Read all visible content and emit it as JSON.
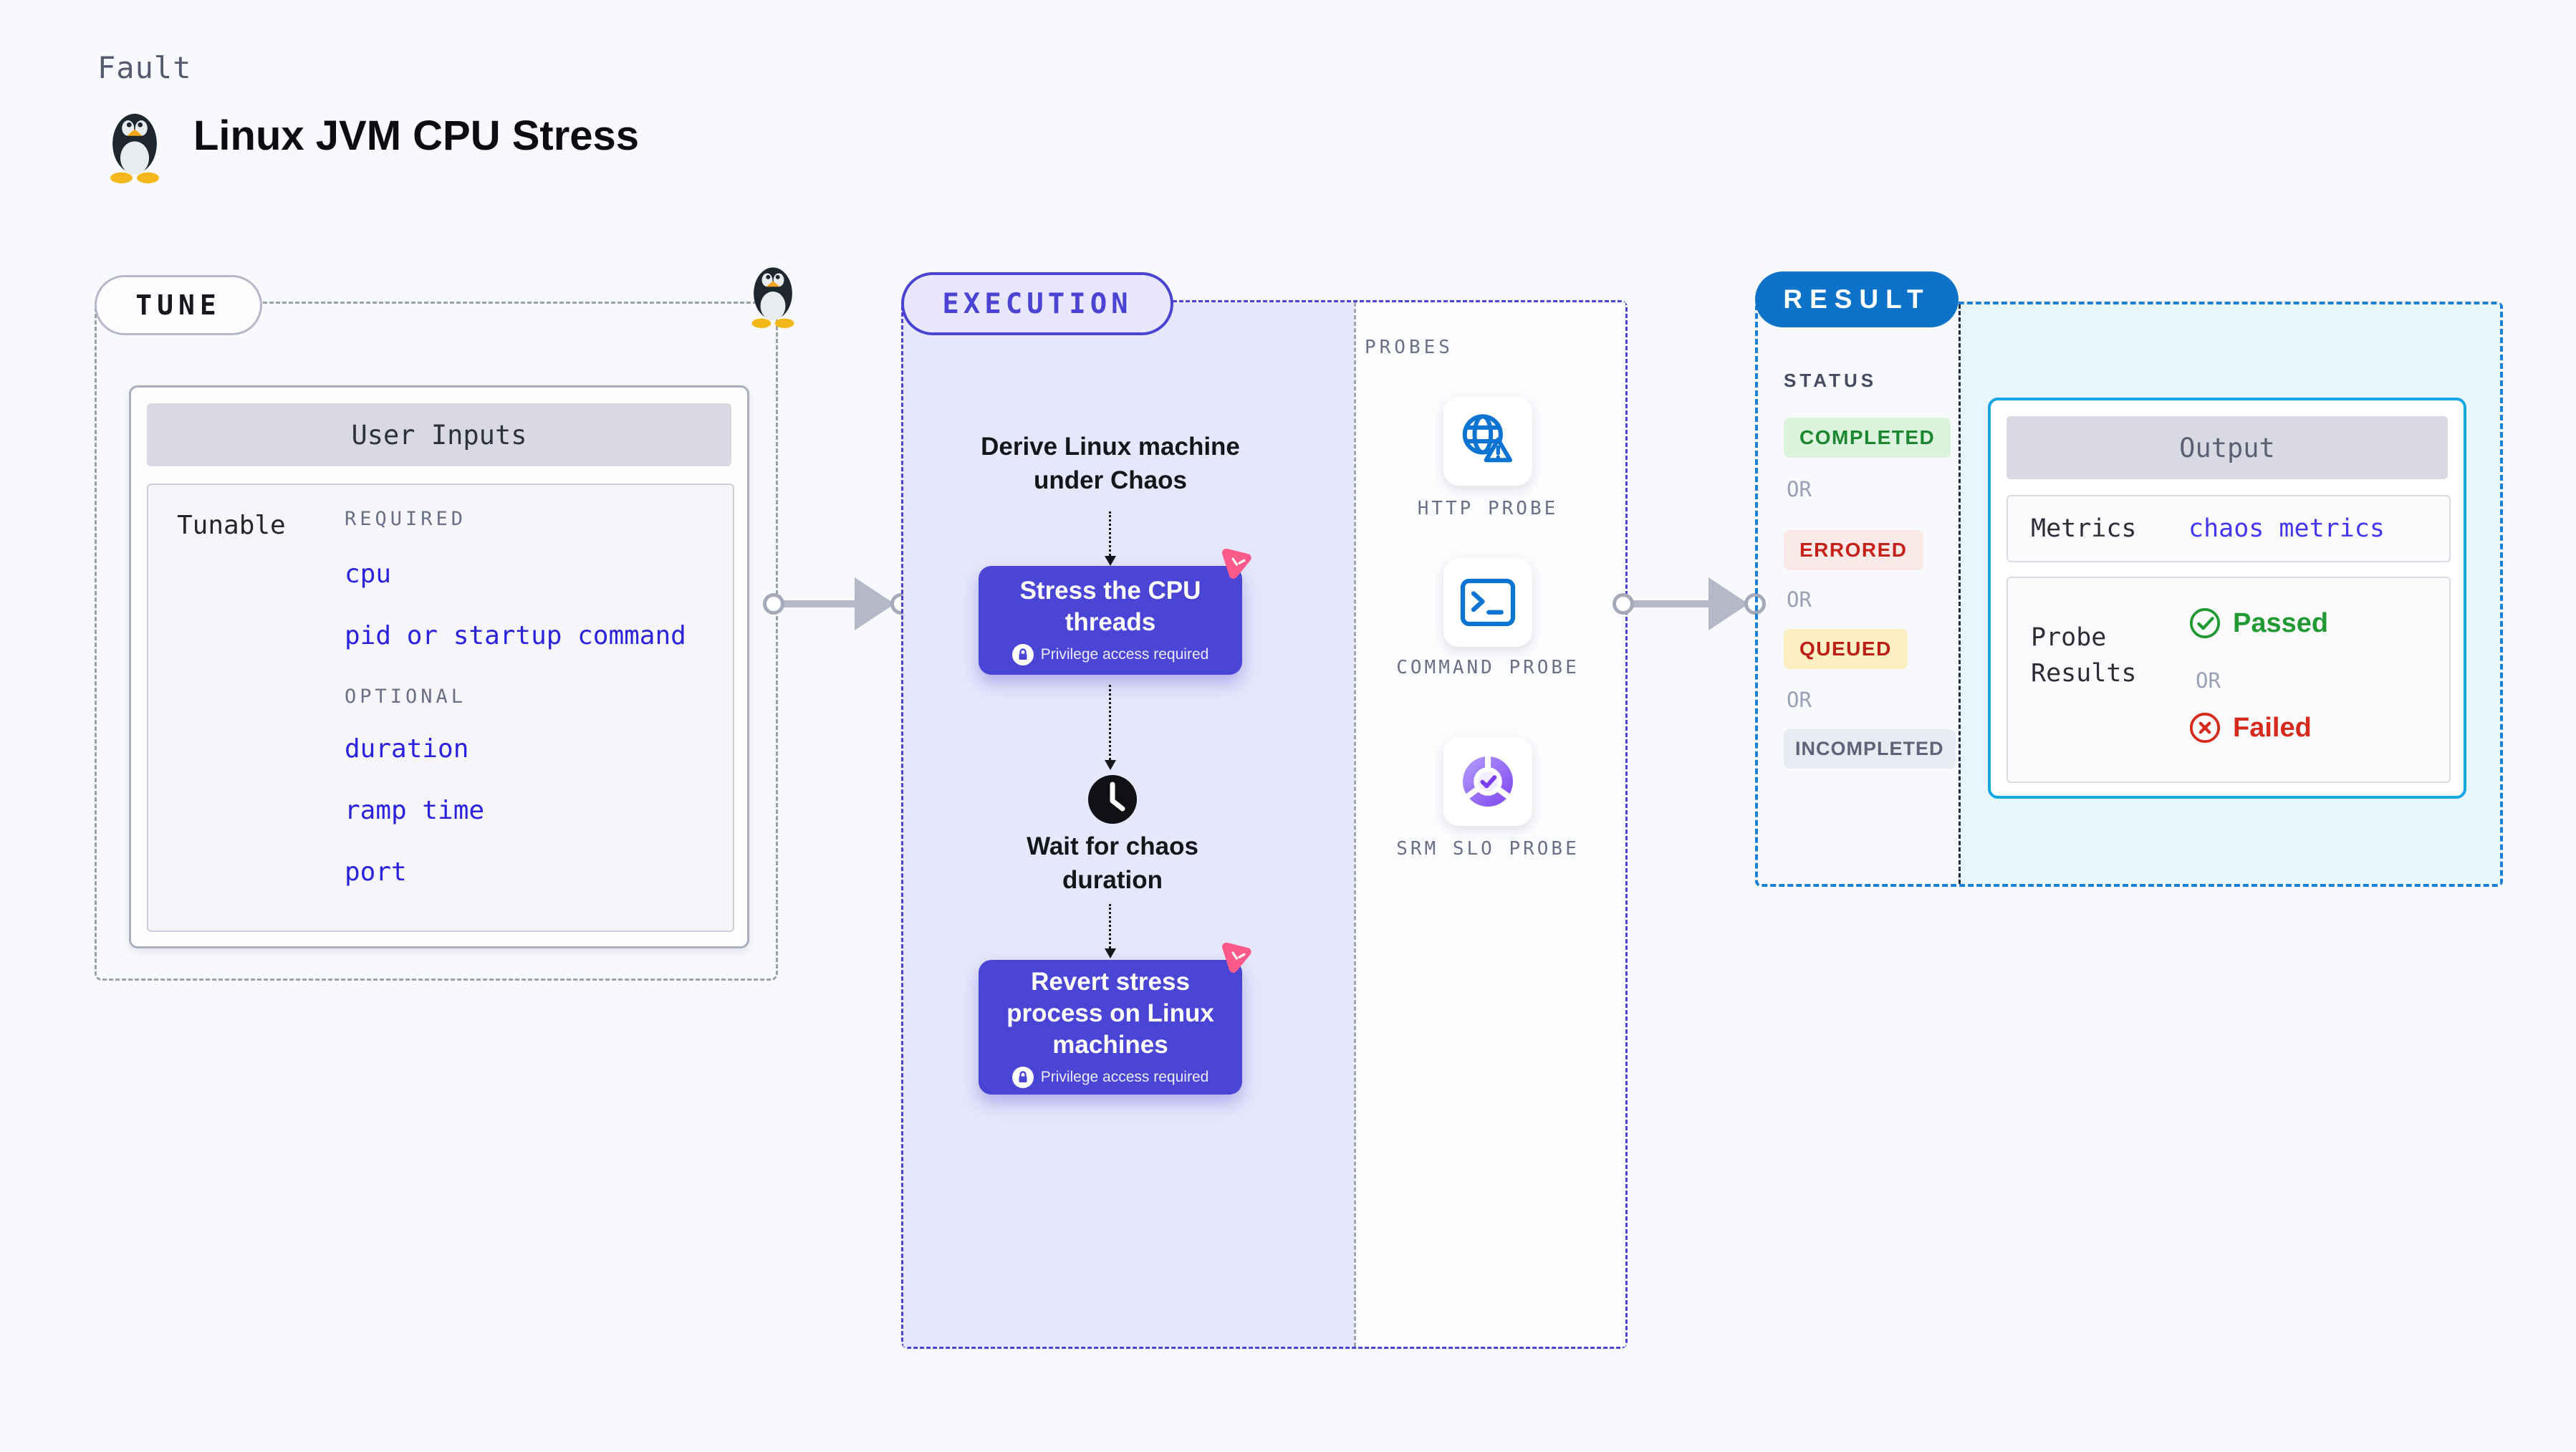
{
  "page": {
    "fault_label": "Fault",
    "title": "Linux JVM CPU Stress"
  },
  "tune": {
    "badge": "TUNE",
    "user_inputs": {
      "header": "User Inputs",
      "row_label": "Tunable",
      "required_label": "REQUIRED",
      "required_items": [
        "cpu",
        "pid or startup command"
      ],
      "optional_label": "OPTIONAL",
      "optional_items": [
        "duration",
        "ramp time",
        "port"
      ]
    }
  },
  "execution": {
    "badge": "EXECUTION",
    "flow": {
      "derive_text": "Derive Linux machine under Chaos",
      "stress_title": "Stress the CPU threads",
      "stress_note": "Privilege access required",
      "wait_text": "Wait for chaos duration",
      "revert_title": "Revert stress process on Linux machines",
      "revert_note": "Privilege access required"
    },
    "probes": {
      "label": "PROBES",
      "items": [
        {
          "label": "HTTP PROBE",
          "icon": "globe-alert-icon"
        },
        {
          "label": "COMMAND PROBE",
          "icon": "terminal-icon"
        },
        {
          "label": "SRM SLO PROBE",
          "icon": "slo-check-icon"
        }
      ]
    }
  },
  "result": {
    "badge": "RESULT",
    "status": {
      "label": "STATUS",
      "or_label": "OR",
      "badges": [
        {
          "label": "COMPLETED",
          "type": "completed"
        },
        {
          "label": "ERRORED",
          "type": "errored"
        },
        {
          "label": "QUEUED",
          "type": "queued"
        },
        {
          "label": "INCOMPLETED",
          "type": "incompleted"
        }
      ]
    },
    "output": {
      "header": "Output",
      "metrics_label": "Metrics",
      "metrics_value": "chaos metrics",
      "probe_results_label": "Probe Results",
      "passed_label": "Passed",
      "or_label": "OR",
      "failed_label": "Failed"
    }
  },
  "colors": {
    "page_bg": "#f8f9fc",
    "indigo": "#4b45d6",
    "lavender": "#e6e7fa",
    "pink": "#fb5a8b",
    "result_blue": "#0d72c8",
    "output_border": "#12a7e4",
    "cyan_bg": "#e8f6fd",
    "link_blue": "#2a22dd",
    "green": "#219a33",
    "red": "#d62a1d",
    "probe_icon_blue": "#0e74d1"
  }
}
